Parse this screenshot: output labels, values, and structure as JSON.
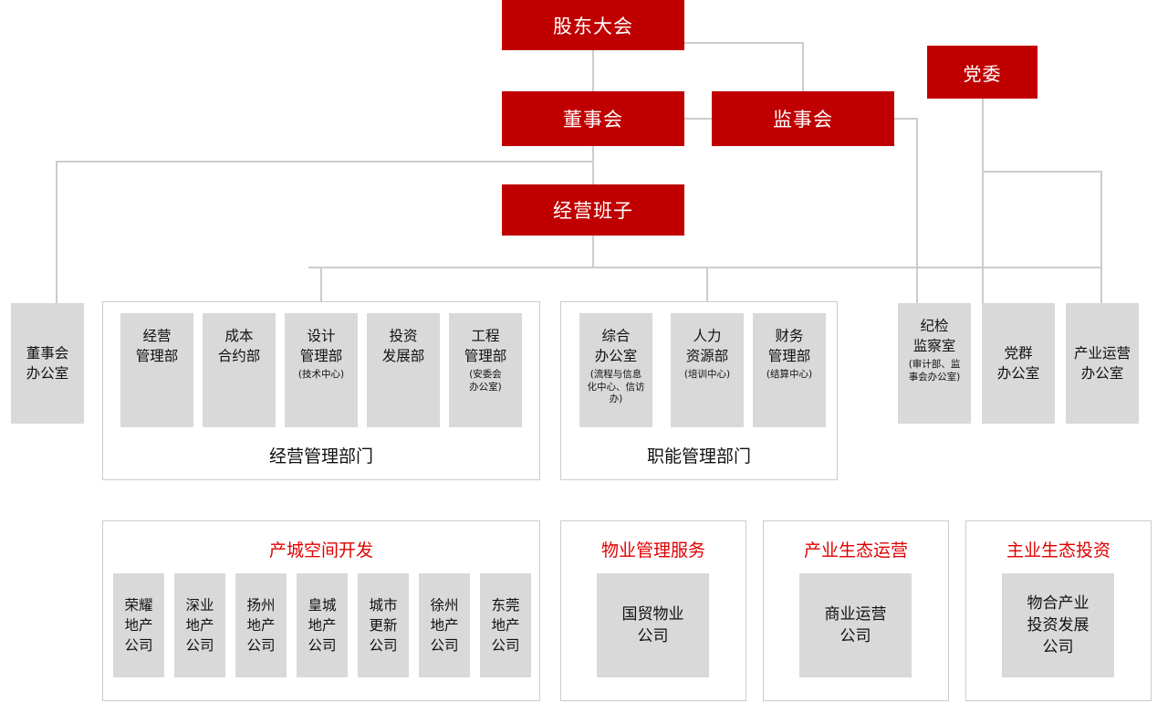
{
  "meta": {
    "title": "公司组织架构图",
    "colors": {
      "red_node": "#C00000",
      "red_heading": "#E00000",
      "unit_fill": "#D9D9D9",
      "line": "#CCCCCC",
      "text": "#111111"
    }
  },
  "governance": {
    "shareholders_meeting": "股东大会",
    "board_of_directors": "董事会",
    "board_of_supervisors": "监事会",
    "party_committee": "党委",
    "management_team": "经营班子"
  },
  "standalone_units": {
    "board_office": "董事会\n办公室",
    "discipline_inspection": {
      "main": "纪检\n监察室",
      "sub": "(审计部、监\n事会办公室)"
    },
    "party_mass_office": "党群\n办公室",
    "industry_operation_office": "产业运营\n办公室"
  },
  "department_groups": [
    {
      "caption": "经营管理部门",
      "units": [
        {
          "main": "经营\n管理部",
          "sub": ""
        },
        {
          "main": "成本\n合约部",
          "sub": ""
        },
        {
          "main": "设计\n管理部",
          "sub": "(技术中心)"
        },
        {
          "main": "投资\n发展部",
          "sub": ""
        },
        {
          "main": "工程\n管理部",
          "sub": "(安委会\n办公室)"
        }
      ]
    },
    {
      "caption": "职能管理部门",
      "units": [
        {
          "main": "综合\n办公室",
          "sub": "(流程与信息\n化中心、信访办)"
        },
        {
          "main": "人力\n资源部",
          "sub": "(培训中心)"
        },
        {
          "main": "财务\n管理部",
          "sub": "(结算中心)"
        }
      ]
    }
  ],
  "business_groups": [
    {
      "caption": "产城空间开发",
      "units": [
        "荣耀\n地产\n公司",
        "深业\n地产\n公司",
        "扬州\n地产\n公司",
        "皇城\n地产\n公司",
        "城市\n更新\n公司",
        "徐州\n地产\n公司",
        "东莞\n地产\n公司"
      ]
    },
    {
      "caption": "物业管理服务",
      "units": [
        "国贸物业\n公司"
      ]
    },
    {
      "caption": "产业生态运营",
      "units": [
        "商业运营\n公司"
      ]
    },
    {
      "caption": "主业生态投资",
      "units": [
        "物合产业\n投资发展\n公司"
      ]
    }
  ]
}
